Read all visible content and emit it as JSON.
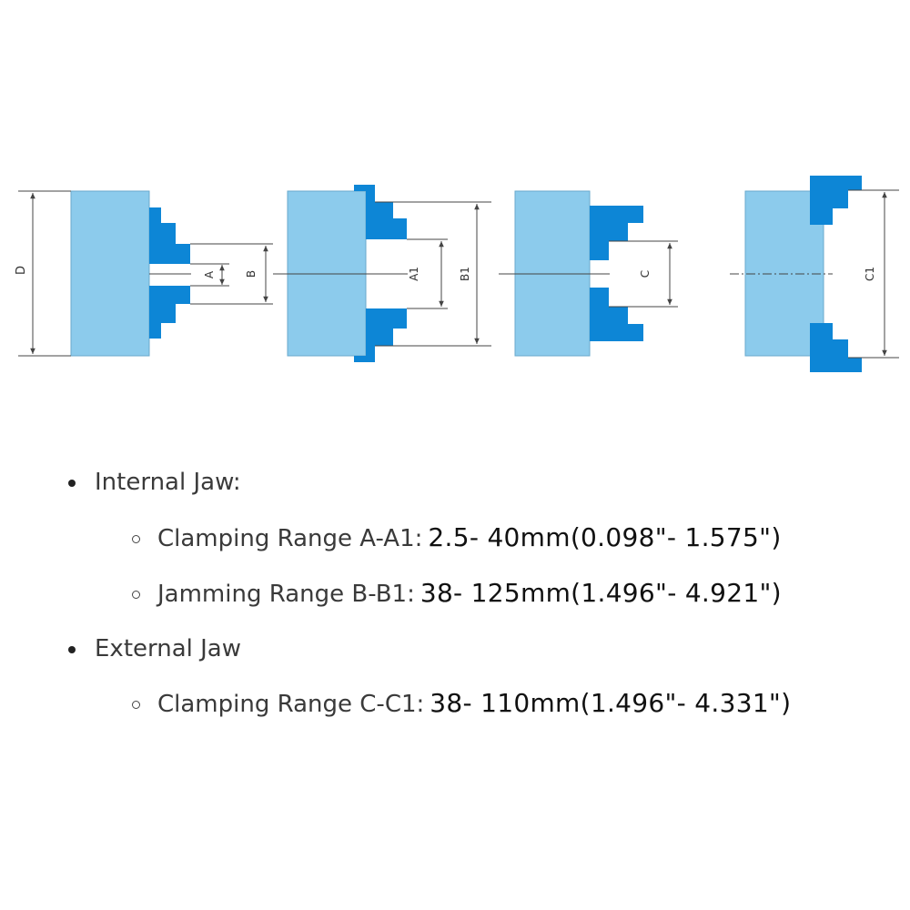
{
  "diagram": {
    "body_color": "#8ccbec",
    "jaw_color": "#0d86d6",
    "line_color": "#444444",
    "dimension_labels": [
      "D",
      "A",
      "B",
      "A1",
      "B1",
      "C",
      "C1"
    ]
  },
  "specs": {
    "internal": {
      "heading": "Internal Jaw:",
      "items": [
        {
          "label": "Clamping Range A-A1:",
          "value": "2.5- 40mm(0.098\"- 1.575\")"
        },
        {
          "label": "Jamming Range B-B1:",
          "value": "38- 125mm(1.496\"- 4.921\")"
        }
      ]
    },
    "external": {
      "heading": "External Jaw",
      "items": [
        {
          "label": "Clamping Range C-C1:",
          "value": "38- 110mm(1.496\"- 4.331\")"
        }
      ]
    }
  }
}
